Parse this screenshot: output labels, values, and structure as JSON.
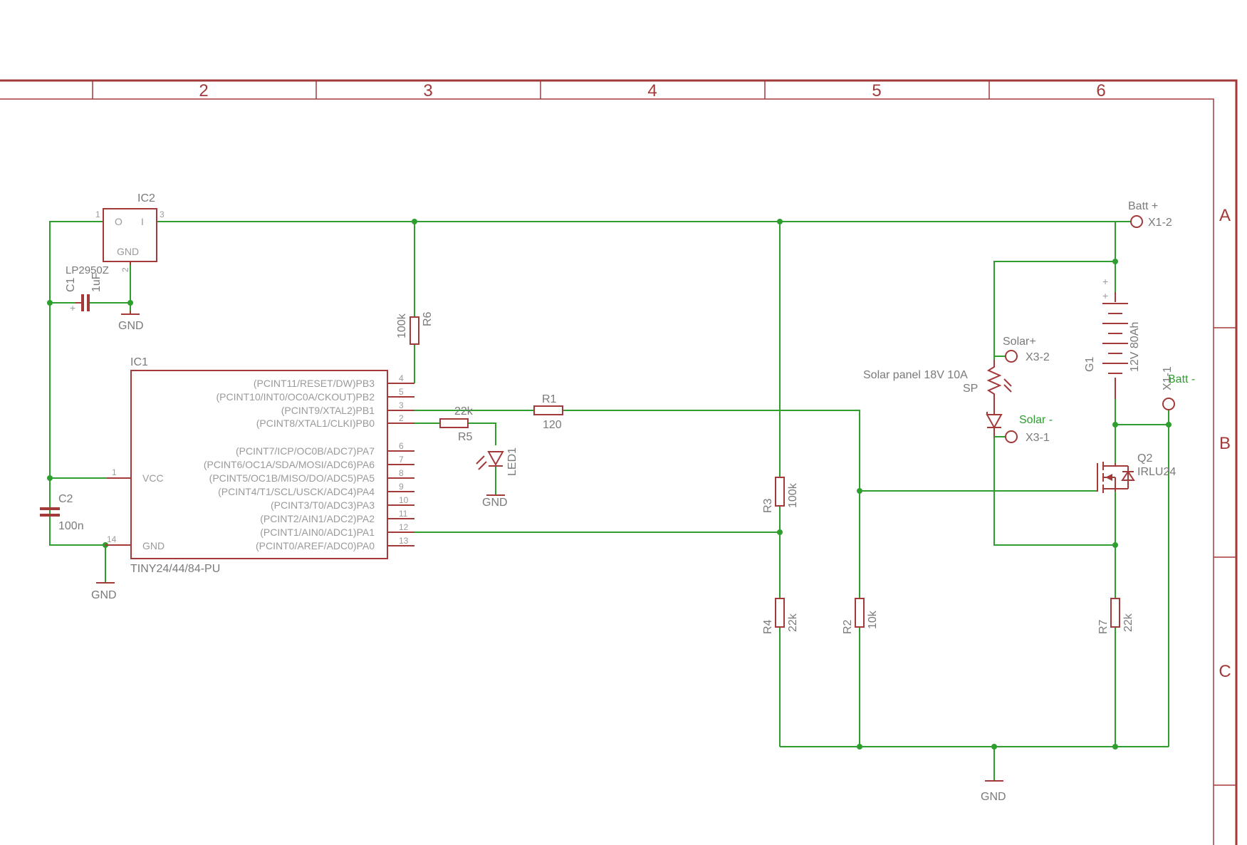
{
  "frame": {
    "columns": [
      "2",
      "3",
      "4",
      "5",
      "6"
    ],
    "rows": [
      "A",
      "B",
      "C"
    ]
  },
  "ic2": {
    "name": "IC2",
    "value": "LP2950Z",
    "pin_o": "O",
    "pin_i": "I",
    "pin_gnd": "GND",
    "pin1": "1",
    "pin2": "2",
    "pin3": "3"
  },
  "ic1": {
    "name": "IC1",
    "value": "TINY24/44/84-PU",
    "vcc": "VCC",
    "gnd": "GND",
    "vcc_pin": "1",
    "gnd_pin": "14",
    "pins": [
      {
        "label": "(PCINT11/RESET/DW)PB3",
        "num": "4"
      },
      {
        "label": "(PCINT10/INT0/OC0A/CKOUT)PB2",
        "num": "5"
      },
      {
        "label": "(PCINT9/XTAL2)PB1",
        "num": "3"
      },
      {
        "label": "(PCINT8/XTAL1/CLKI)PB0",
        "num": "2"
      },
      {
        "label": "(PCINT7/ICP/OC0B/ADC7)PA7",
        "num": "6"
      },
      {
        "label": "(PCINT6/OC1A/SDA/MOSI/ADC6)PA6",
        "num": "7"
      },
      {
        "label": "(PCINT5/OC1B/MISO/DO/ADC5)PA5",
        "num": "8"
      },
      {
        "label": "(PCINT4/T1/SCL/USCK/ADC4)PA4",
        "num": "9"
      },
      {
        "label": "(PCINT3/T0/ADC3)PA3",
        "num": "10"
      },
      {
        "label": "(PCINT2/AIN1/ADC2)PA2",
        "num": "11"
      },
      {
        "label": "(PCINT1/AIN0/ADC1)PA1",
        "num": "12"
      },
      {
        "label": "(PCINT0/AREF/ADC0)PA0",
        "num": "13"
      }
    ]
  },
  "c1": {
    "name": "C1",
    "value": "1uF",
    "plus": "+"
  },
  "c2": {
    "name": "C2",
    "value": "100n"
  },
  "r1": {
    "name": "R1",
    "value": "120"
  },
  "r2": {
    "name": "R2",
    "value": "10k"
  },
  "r3": {
    "name": "R3",
    "value": "100k"
  },
  "r4": {
    "name": "R4",
    "value": "22k"
  },
  "r5": {
    "name": "R5",
    "value": "22k"
  },
  "r6": {
    "name": "R6",
    "value": "100k"
  },
  "r7": {
    "name": "R7",
    "value": "22k"
  },
  "led1": {
    "name": "LED1"
  },
  "q2": {
    "name": "Q2",
    "value": "IRLU24"
  },
  "g1": {
    "name": "G1",
    "value": "12V 80Ah",
    "plus_top": "+",
    "plus_inner": "+"
  },
  "solar": {
    "name": "SP",
    "value": "Solar panel 18V 10A"
  },
  "connectors": {
    "batt_plus_label": "Batt +",
    "batt_plus_pin": "X1-2",
    "batt_minus_label": "Batt -",
    "batt_minus_pin": "X1-1",
    "solar_plus_label": "Solar+",
    "solar_plus_pin": "X3-2",
    "solar_minus_label": "Solar -",
    "solar_minus_pin": "X3-1"
  },
  "gnd": {
    "label": "GND"
  }
}
